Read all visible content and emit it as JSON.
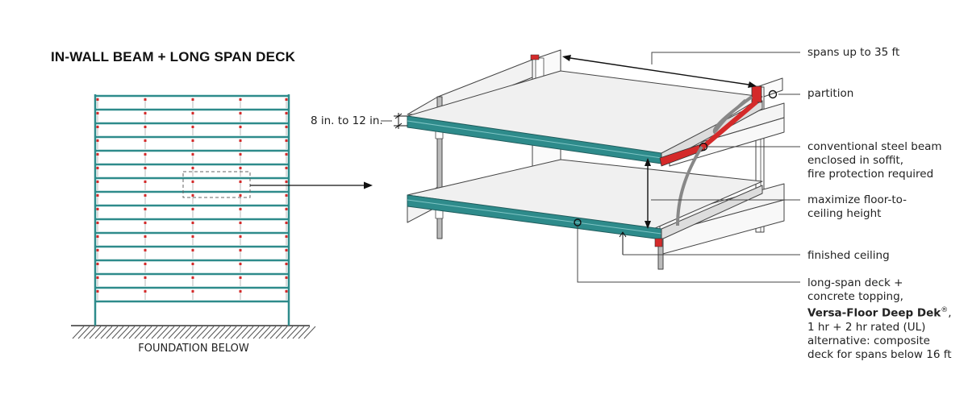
{
  "title": "IN-WALL BEAM + LONG SPAN DECK",
  "foundation_label": "FOUNDATION BELOW",
  "dimension_label": "8 in. to 12 in.",
  "callouts": {
    "span": "spans up to 35 ft",
    "partition": "partition",
    "beam": [
      "conventional steel beam",
      "enclosed in soffit,",
      "fire protection required"
    ],
    "height": [
      "maximize floor-to-",
      "ceiling height"
    ],
    "ceiling": "finished ceiling",
    "deck": {
      "line1": "long-span deck +",
      "line2": "concrete topping,",
      "product": "Versa-Floor Deep Dek",
      "registered": "®",
      "line3_suffix": ",",
      "line4": "1 hr + 2 hr rated (UL)",
      "line5": "alternative: composite",
      "line6": "deck for spans below 16 ft"
    }
  },
  "colors": {
    "deck_teal": "#2e8b8b",
    "beam_red": "#d42a2a",
    "wall_gray": "#888888",
    "line": "#222222"
  }
}
